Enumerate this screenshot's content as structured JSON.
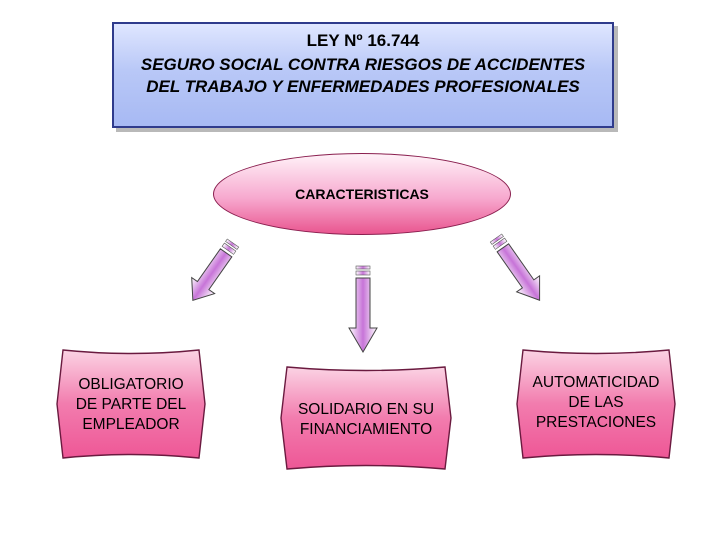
{
  "title": {
    "law": "LEY Nº 16.744",
    "subtitle": "SEGURO SOCIAL CONTRA RIESGOS DE ACCIDENTES DEL TRABAJO Y ENFERMEDADES PROFESIONALES"
  },
  "center": {
    "label": "CARACTERISTICAS"
  },
  "cards": [
    {
      "lines": [
        "OBLIGATORIO",
        "DE PARTE DEL",
        "EMPLEADOR"
      ]
    },
    {
      "lines": [
        "SOLIDARIO EN SU",
        "FINANCIAMIENTO"
      ]
    },
    {
      "lines": [
        "AUTOMATICIDAD",
        "DE LAS",
        "PRESTACIONES"
      ]
    }
  ],
  "colors": {
    "title_fill": "#b9c8f7",
    "title_border": "#2f3b8c",
    "pink": "#f0609d",
    "arrow": "#c774d8"
  }
}
